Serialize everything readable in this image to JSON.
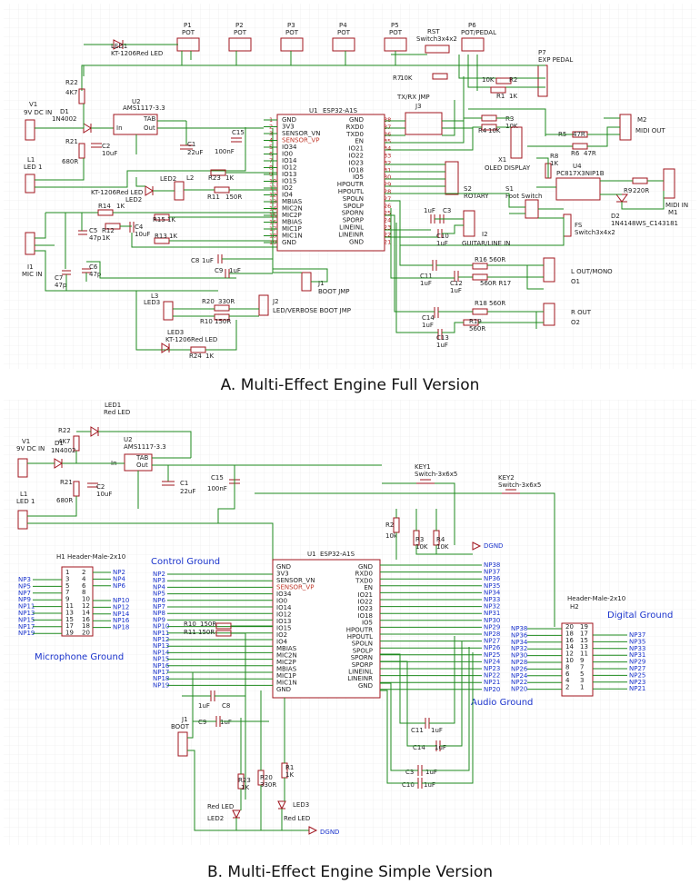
{
  "colors": {
    "wire": "#1e8a1e",
    "part": "#a0141e",
    "grid": "#e8e8e8",
    "net": "#1a33cc",
    "grid_major": "#d4d4d4"
  },
  "captions": {
    "full": "A. Multi-Effect Engine Full Version",
    "simple": "B. Multi-Effect Engine Simple Version"
  },
  "full": {
    "pots": [
      "P1",
      "P2",
      "P3",
      "P4",
      "P5",
      "P6"
    ],
    "pot_label": "POT",
    "pot6_label": "POT/PEDAL",
    "rst": "RST",
    "rst_type": "Switch3x4x2",
    "p7": "P7",
    "p7_label": "EXP PEDAL",
    "led1": "LED1",
    "led1_type": "KT-1206Red LED",
    "v1": "V1",
    "v1_label": "9V DC IN",
    "d1": "D1",
    "d1_type": "1N4002",
    "r22": "R22",
    "r22_val": "4K7",
    "r21": "R21",
    "r21_val": "680R",
    "c2": "C2",
    "c2_val": "10uF",
    "u2": "U2",
    "u2_type": "AMS1117-3.3",
    "u2_tab": "TAB",
    "u2_in": "In",
    "u2_out": "Out",
    "c1": "C1",
    "c1_val": "22uF",
    "c15": "C15",
    "c15_val": "100nF",
    "l1": "L1",
    "l1_label": "LED 1",
    "led2_type": "KT-1206Red LED",
    "led2": "LED2",
    "l2": "L2",
    "r23": "R23",
    "r23_val": "1K",
    "r11": "R11",
    "r11_val": "150R",
    "r14": "R14",
    "r14_val": "1K",
    "r12": "R12",
    "r12_val": "1K",
    "c4": "C4",
    "c4_val": "10uF",
    "r15": "R15",
    "r15_val": "1K",
    "r13": "R13",
    "r13_val": "1K",
    "c5": "C5",
    "c5_val": "47p",
    "c7": "C7",
    "c7_val": "47p",
    "c6": "C6",
    "c6_val": "47p",
    "i1": "I1",
    "i1_label": "MIC IN",
    "c8": "C8",
    "c8_val": "1uF",
    "c9": "C9",
    "c9_val": "1uF",
    "u1": "U1",
    "u1_type": "ESP32-A1S",
    "u1_left_pins": [
      "GND",
      "3V3",
      "SENSOR_VN",
      "SENSOR_VP",
      "IO34",
      "IO0",
      "IO14",
      "IO12",
      "IO13",
      "IO15",
      "IO2",
      "IO4",
      "MBIAS",
      "MIC2N",
      "MIC2P",
      "MBIAS",
      "MIC1P",
      "MIC1N",
      "GND"
    ],
    "u1_right_pins": [
      "GND",
      "RXD0",
      "TXD0",
      "EN",
      "IO21",
      "IO22",
      "IO23",
      "IO18",
      "IO5",
      "HPOUTR",
      "HPOUTL",
      "SPOLN",
      "SPOLP",
      "SPORN",
      "SPORP",
      "LINEINL",
      "LINEINR",
      "GND"
    ],
    "u1_right_nums": [
      "38",
      "37",
      "36",
      "35",
      "34",
      "33",
      "32",
      "31",
      "30",
      "29",
      "28",
      "27",
      "26",
      "25",
      "24",
      "23",
      "22",
      "21",
      "20"
    ],
    "u1_left_nums": [
      "1",
      "2",
      "3",
      "4",
      "5",
      "6",
      "7",
      "8",
      "9",
      "10",
      "11",
      "12",
      "13",
      "14",
      "15",
      "16",
      "17",
      "18",
      "19"
    ],
    "j1": "J1",
    "j1_label": "BOOT JMP",
    "j2": "J2",
    "j2_label": "LED/VERBOSE BOOT JMP",
    "j3": "J3",
    "j3_label": "TX/RX JMP",
    "l3": "L3",
    "l3_label": "LED3",
    "r20": "R20",
    "r20_val": "330R",
    "r10": "R10",
    "r10_val": "150R",
    "led3": "LED3",
    "led3_type": "KT-1206Red LED",
    "r24": "R24",
    "r24_val": "1K",
    "r7": "R7",
    "r7_val": "10K",
    "r2": "R2",
    "r2_val": "10K",
    "r1": "R1",
    "r1_val": "1K",
    "r3": "R3",
    "r3_val": "10K",
    "r4": "R4",
    "r4_val": "10K",
    "x1": "X1",
    "x1_label": "OLED DISPLAY",
    "m2": "M2",
    "m2_label": "MIDI OUT",
    "r5": "R5",
    "r5_val": "47R",
    "r6": "R6",
    "r6_val": "47R",
    "r8": "R8",
    "r8_val": "1K",
    "u4": "U4",
    "u4_type": "PC817X3NIP1B",
    "d2": "D2",
    "d2_type": "1N4148WS_C143181",
    "r9": "R9",
    "r9_val": "220R",
    "m1": "M1",
    "m1_label": "MIDI IN",
    "s2": "S2",
    "s2_label": "ROTARY",
    "s1": "S1",
    "s1_label": "Foot Switch",
    "fs": "FS",
    "fs_type": "Switch3x4x2",
    "c1uf": "1uF",
    "c3": "C3",
    "c10": "C10",
    "c10_val": "1uF",
    "i2": "I2",
    "i2_label": "GUITAR/LINE IN",
    "c11": "C11",
    "c11_val": "1uF",
    "c12": "C12",
    "c12_val": "1uF",
    "r16": "R16",
    "r16_val": "560R",
    "r17": "560R R17",
    "o1": "O1",
    "o1_label": "L OUT/MONO",
    "c14": "C14",
    "c14_val": "1uF",
    "r18": "R18",
    "r18_val": "560R",
    "r19": "R19",
    "r19_val": "560R",
    "c13": "C13",
    "c13_val": "1uF",
    "o2": "O2",
    "o2_label": "R OUT"
  },
  "simple": {
    "led1": "LED1",
    "led1_type": "Red LED",
    "r22": "R22",
    "r22_val": "4K7",
    "v1": "V1",
    "v1_label": "9V DC IN",
    "d1": "D1",
    "d1_type": "1N4002",
    "u2": "U2",
    "u2_type": "AMS1117-3.3",
    "u2_tab": "TAB",
    "u2_in": "In",
    "u2_out": "Out",
    "r21": "R21",
    "r21_val": "680R",
    "c2": "C2",
    "c2_val": "10uF",
    "c1": "C1",
    "c1_val": "22uF",
    "c15": "C15",
    "c15_val": "100nF",
    "l1": "L1",
    "l1_label": "LED 1",
    "key1": "KEY1",
    "key1_type": "Switch-3x6x5",
    "key2": "KEY2",
    "key2_type": "Switch-3x6x5",
    "r2": "R2",
    "r2_val": "10k",
    "r3": "R3",
    "r3_val": "10K",
    "r4": "R4",
    "r4_val": "10K",
    "dgnd": "DGND",
    "h1": "H1",
    "h1_type": "Header-Male-2x10",
    "h1_left_nums": [
      "1",
      "3",
      "5",
      "7",
      "9",
      "11",
      "13",
      "15",
      "17",
      "19"
    ],
    "h1_right_nums": [
      "2",
      "4",
      "6",
      "8",
      "10",
      "12",
      "14",
      "16",
      "18",
      "20"
    ],
    "h1_left_nets": [
      "NP3",
      "NP5",
      "NP7",
      "NP9",
      "NP11",
      "NP13",
      "NP15",
      "NP17",
      "NP19"
    ],
    "h1_right_nets": [
      "NP2",
      "NP4",
      "NP6",
      "NP10",
      "NP12",
      "NP14",
      "NP16",
      "NP18"
    ],
    "mic_ground": "Microphone Ground",
    "control_ground": "Control Ground",
    "audio_ground": "Audio Ground",
    "digital_ground": "Digital Ground",
    "u1": "U1",
    "u1_type": "ESP32-A1S",
    "u1_left_pins": [
      "GND",
      "3V3",
      "SENSOR_VN",
      "SENSOR_VP",
      "IO34",
      "IO0",
      "IO14",
      "IO12",
      "IO13",
      "IO15",
      "IO2",
      "IO4",
      "MBIAS",
      "MIC2N",
      "MIC2P",
      "MBIAS",
      "MIC1P",
      "MIC1N",
      "GND"
    ],
    "u1_right_pins": [
      "GND",
      "RXD0",
      "TXD0",
      "EN",
      "IO21",
      "IO22",
      "IO23",
      "IO18",
      "IO5",
      "HPOUTR",
      "HPOUTL",
      "SPOLN",
      "SPOLP",
      "SPORN",
      "SPORP",
      "LINEINL",
      "LINEINR",
      "GND"
    ],
    "left_nets": [
      "NP2",
      "NP3",
      "NP4",
      "NP5",
      "NP6",
      "NP7",
      "NP8",
      "NP9",
      "NP10",
      "NP11",
      "NP12",
      "NP13",
      "NP14",
      "NP15",
      "NP16",
      "NP17",
      "NP18",
      "NP19"
    ],
    "right_nets": [
      "NP38",
      "NP37",
      "NP36",
      "NP35",
      "NP34",
      "NP33",
      "NP32",
      "NP31",
      "NP30",
      "NP29",
      "NP28",
      "NP27",
      "NP26",
      "NP25",
      "NP24",
      "NP23",
      "NP22",
      "NP21",
      "NP20"
    ],
    "r10": "R10",
    "r10_val": "150R",
    "r11": "R11",
    "r11_val": "150R",
    "c8": "C8",
    "c8_val": "1uF",
    "c9": "C9",
    "c9_val": "1uF",
    "j1": "J1",
    "j1_label": "BOOT",
    "r23": "R23",
    "r23_val": "1K",
    "r20": "R20",
    "r20_val": "330R",
    "r1": "R1",
    "r1_val": "1K",
    "led2_type": "Red LED",
    "led2": "LED2",
    "led3": "LED3",
    "led3_type": "Red LED",
    "c11": "C11",
    "c11_val": "1uF",
    "c14": "C14",
    "c14_val": "1uF",
    "c3": "C3",
    "c3_val": "1uF",
    "c10": "C10",
    "c10_val": "1uF",
    "h2": "H2",
    "h2_type": "Header-Male-2x10",
    "h2_left_nums": [
      "20",
      "18",
      "16",
      "14",
      "12",
      "10",
      "8",
      "6",
      "4",
      "2"
    ],
    "h2_right_nums": [
      "19",
      "17",
      "15",
      "13",
      "11",
      "9",
      "7",
      "5",
      "3",
      "1"
    ],
    "h2_left_nets": [
      "NP38",
      "NP36",
      "NP34",
      "NP32",
      "NP30",
      "NP28",
      "NP26",
      "NP24",
      "NP22",
      "NP20"
    ],
    "h2_right_nets": [
      "NP37",
      "NP35",
      "NP33",
      "NP31",
      "NP29",
      "NP27",
      "NP25",
      "NP23",
      "NP21"
    ]
  }
}
